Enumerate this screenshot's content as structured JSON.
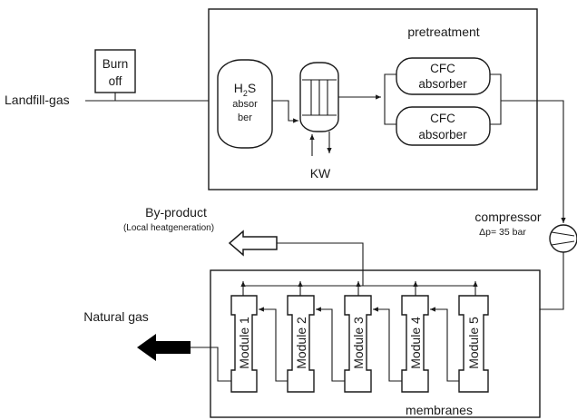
{
  "inputs": {
    "landfill_gas": "Landfill-gas",
    "burn_off_line1": "Burn",
    "burn_off_line2": "off"
  },
  "pretreatment": {
    "title": "pretreatment",
    "h2s_absorber": {
      "h": "H",
      "sub": "2",
      "s": "S",
      "line2": "absor",
      "line3": "ber"
    },
    "cooling_water_label": "KW",
    "cfc_absorbers": [
      {
        "line1": "CFC",
        "line2": "absorber"
      },
      {
        "line1": "CFC",
        "line2": "absorber"
      }
    ]
  },
  "compressor": {
    "label": "compressor",
    "pressure": "Δp= 35 bar"
  },
  "membranes": {
    "title": "membranes",
    "modules": [
      "Module 1",
      "Module 2",
      "Module 3",
      "Module 4",
      "Module 5"
    ]
  },
  "outputs": {
    "byproduct": "By-product",
    "byproduct_note": "(Local heatgeneration)",
    "natural_gas": "Natural gas"
  },
  "colors": {
    "stroke": "#1a1a1a",
    "background": "#ffffff",
    "product_arrow": "#000000"
  }
}
